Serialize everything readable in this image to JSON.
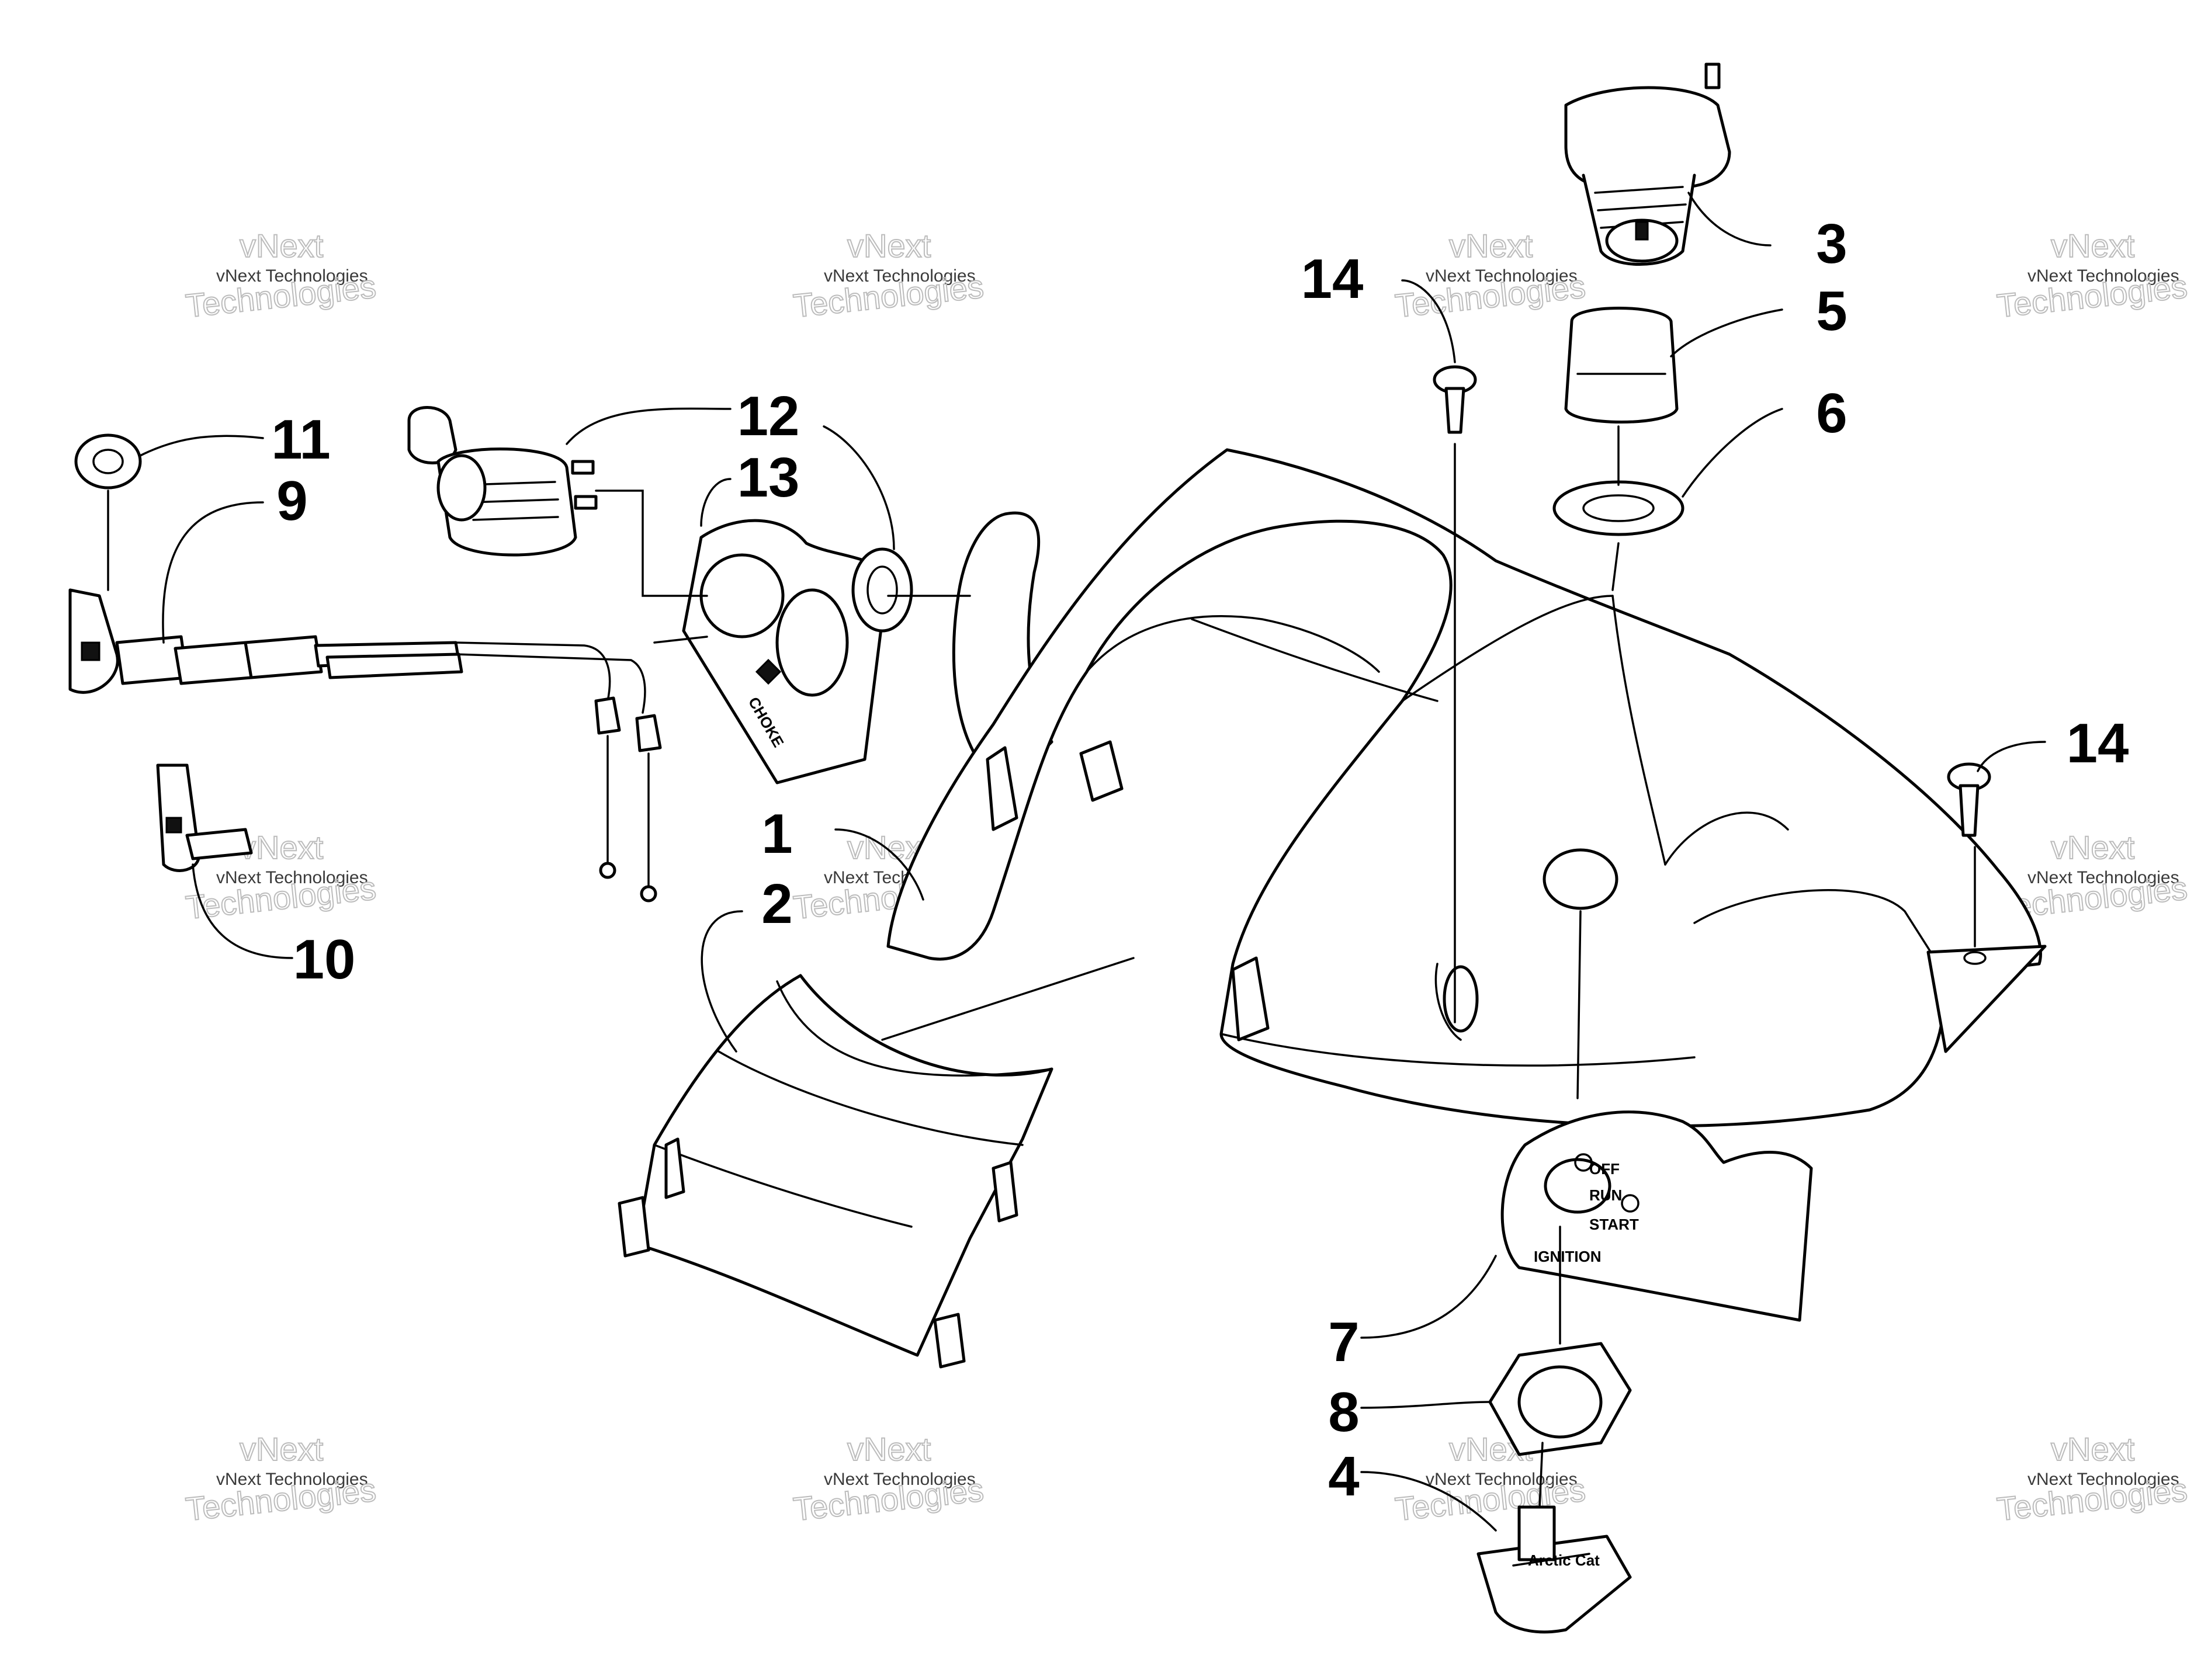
{
  "figure": {
    "callouts": [
      {
        "id": "1",
        "label": "1"
      },
      {
        "id": "2",
        "label": "2"
      },
      {
        "id": "3",
        "label": "3"
      },
      {
        "id": "4",
        "label": "4"
      },
      {
        "id": "5",
        "label": "5"
      },
      {
        "id": "6",
        "label": "6"
      },
      {
        "id": "7",
        "label": "7"
      },
      {
        "id": "8",
        "label": "8"
      },
      {
        "id": "9",
        "label": "9"
      },
      {
        "id": "10",
        "label": "10"
      },
      {
        "id": "11",
        "label": "11"
      },
      {
        "id": "12",
        "label": "12"
      },
      {
        "id": "13",
        "label": "13"
      },
      {
        "id": "14a",
        "label": "14"
      },
      {
        "id": "14b",
        "label": "14"
      }
    ],
    "ignition_plate": {
      "label": "IGNITION",
      "positions": [
        "OFF",
        "RUN",
        "START"
      ]
    },
    "choke_plate": {
      "label": "CHOKE"
    },
    "key_brand": "Arctic Cat"
  },
  "watermark": {
    "line1": "vNext",
    "line2": "vNext Technologies",
    "line3": "Technologies"
  }
}
